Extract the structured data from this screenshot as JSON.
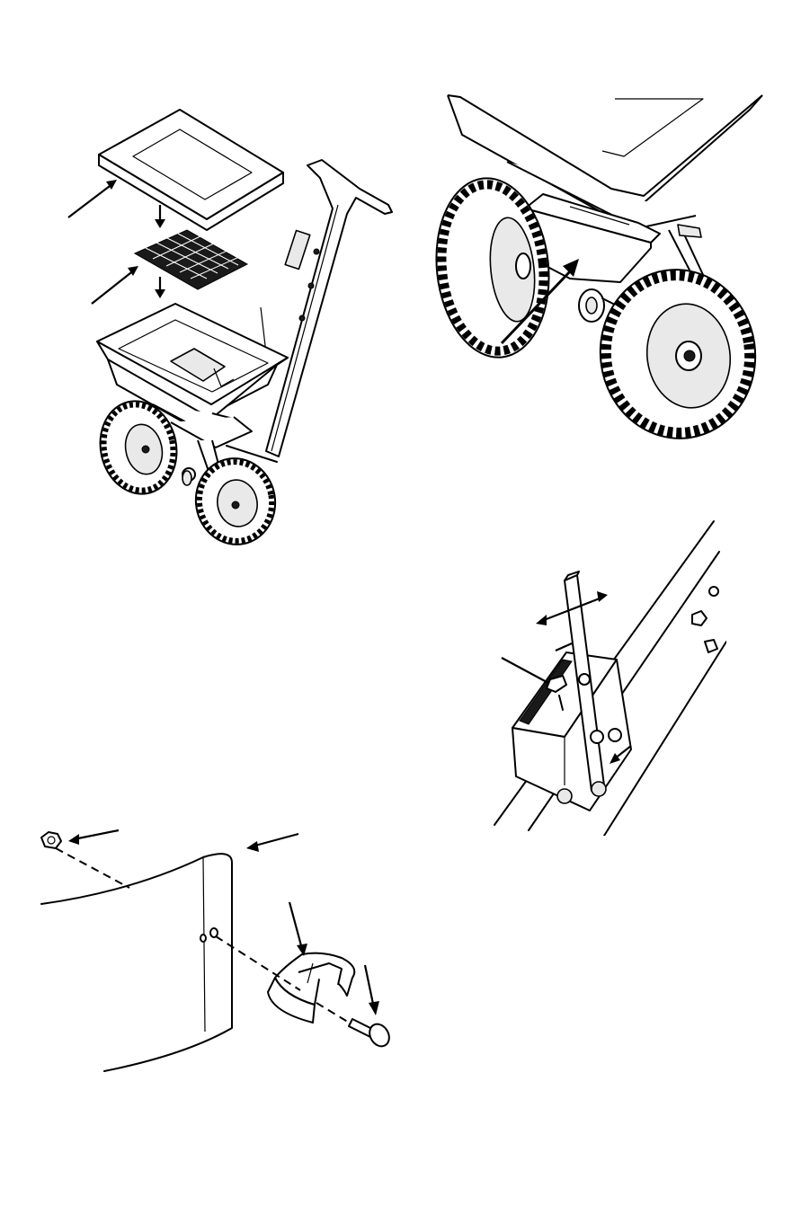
{
  "page": {
    "background": "#ffffff",
    "line_color": "#000000"
  },
  "figures": [
    {
      "name": "spreader-exploded-assembly",
      "icon": "spreader-exploded-view-illustration"
    },
    {
      "name": "wheel-axle-closeup",
      "icon": "wheel-axle-illustration"
    },
    {
      "name": "rate-control-lever",
      "icon": "control-lever-illustration"
    },
    {
      "name": "hopper-clip-mounting",
      "icon": "clip-bolt-illustration"
    }
  ]
}
